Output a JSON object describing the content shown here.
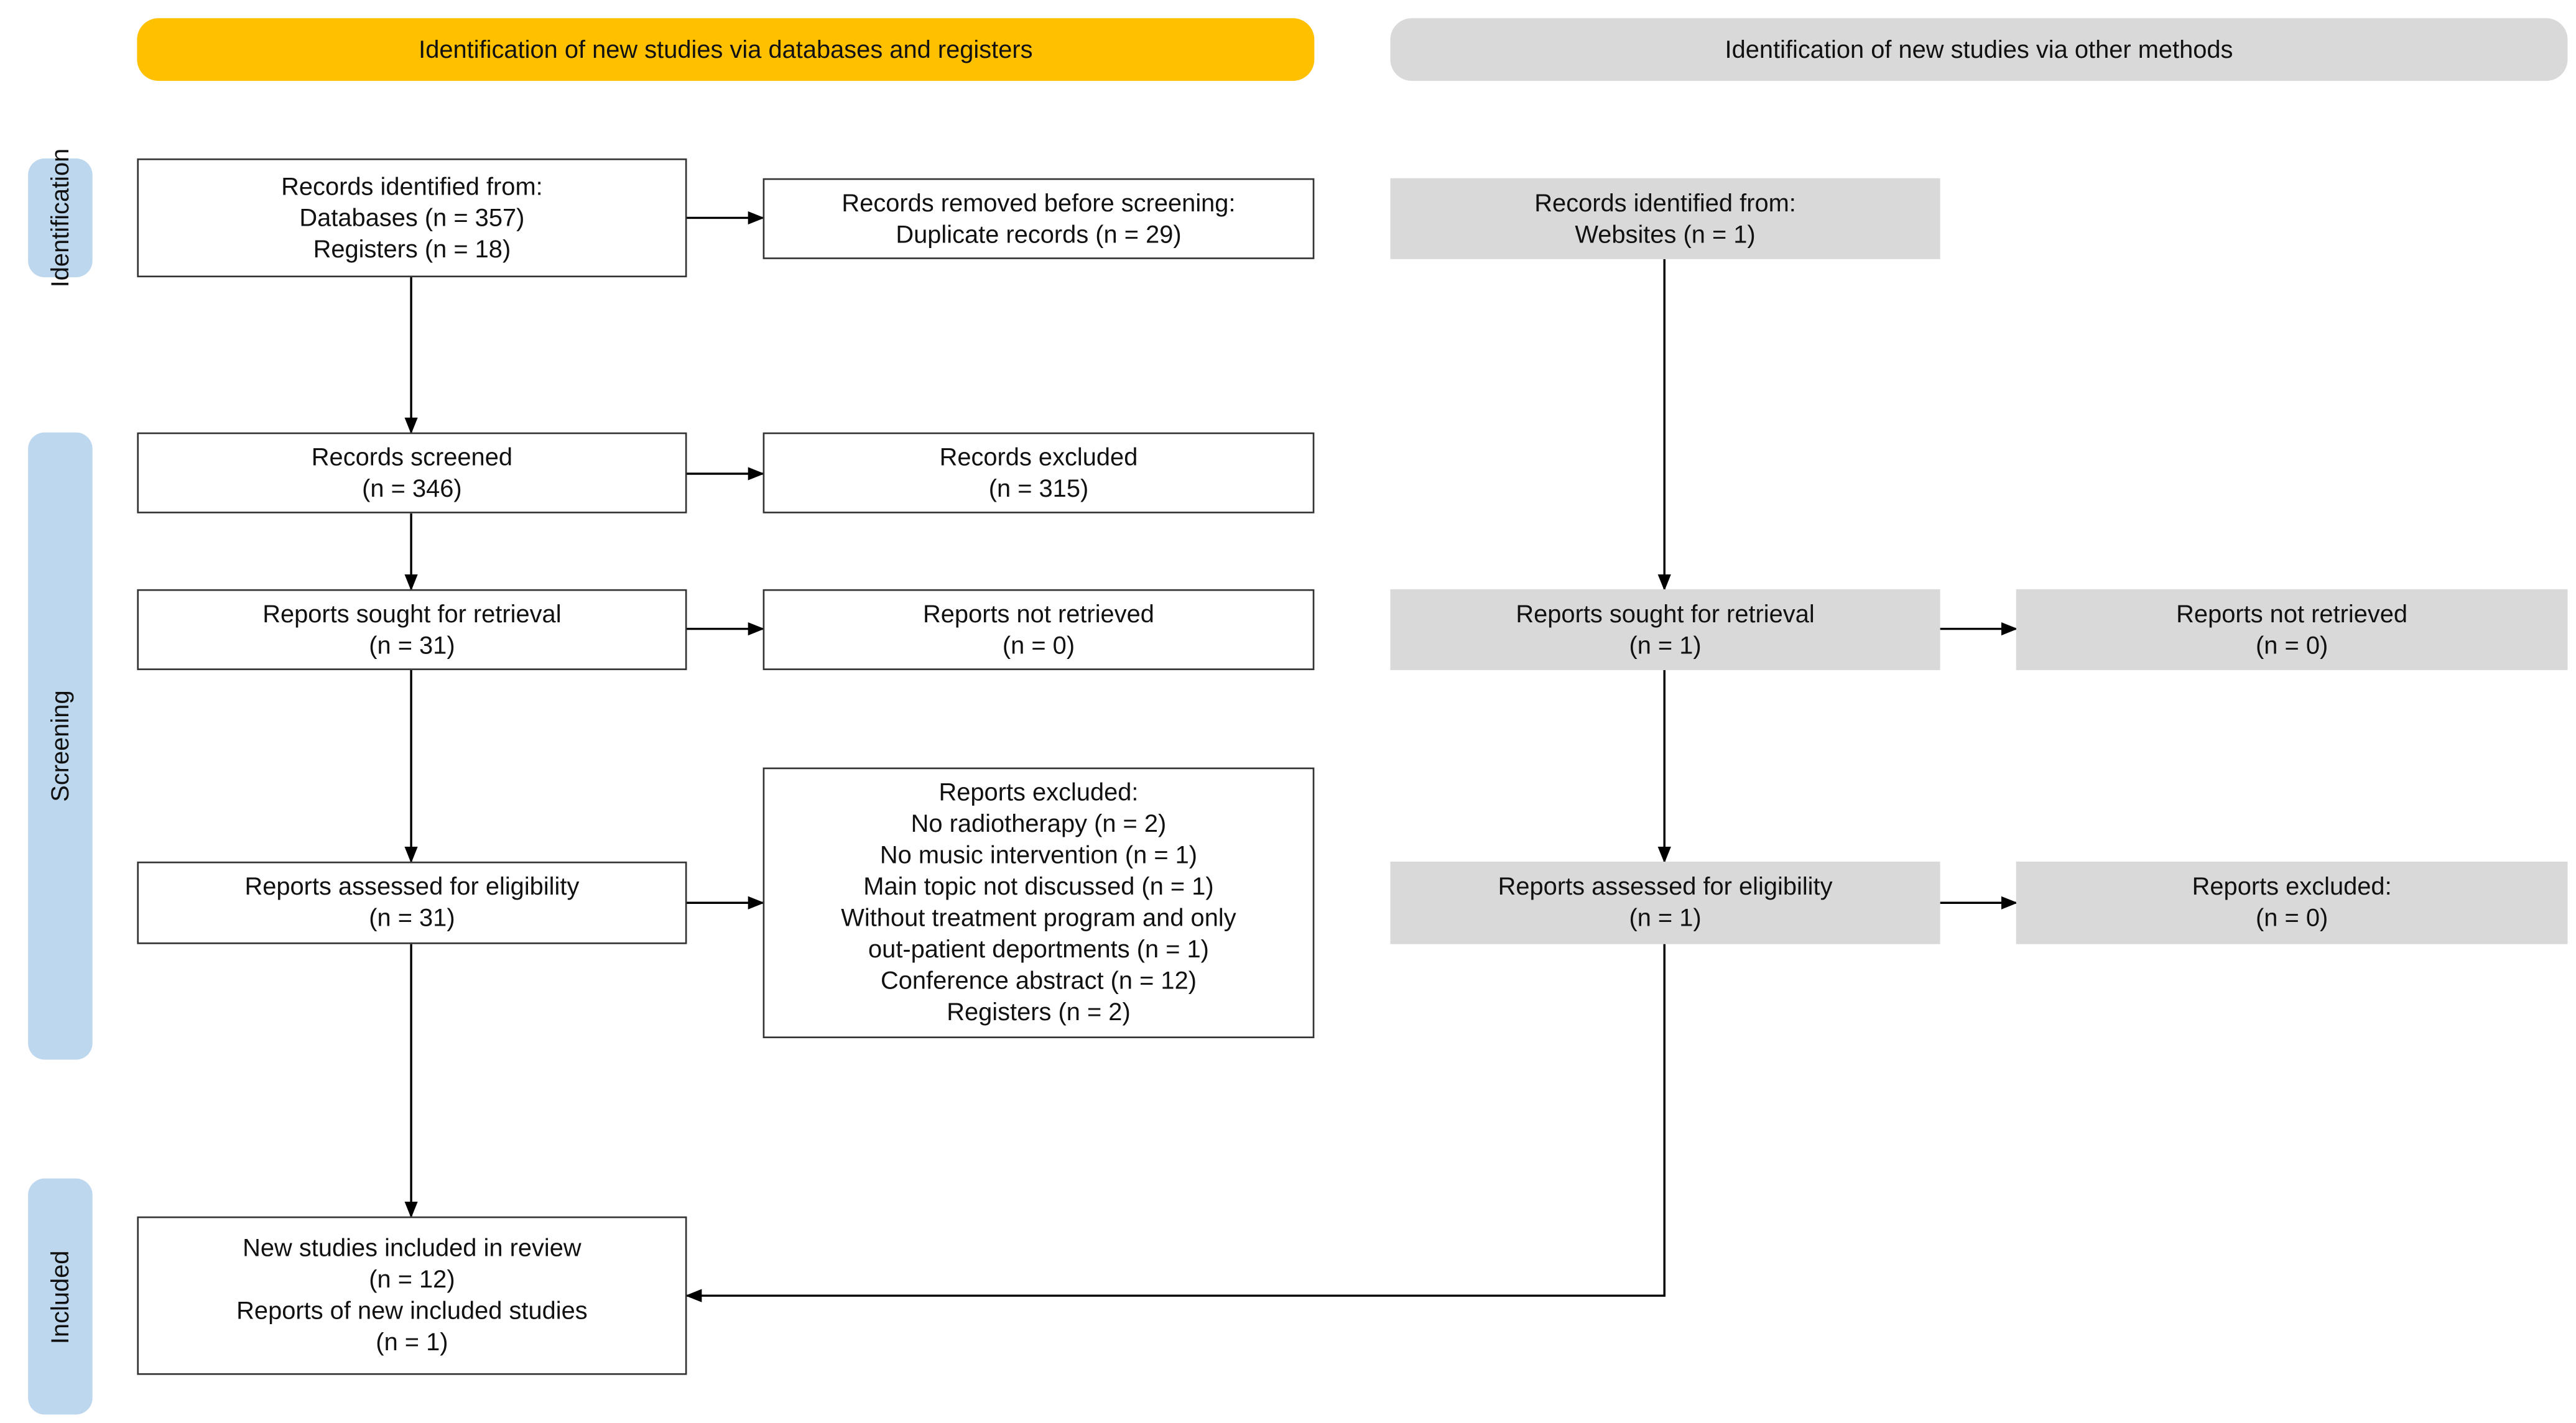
{
  "headers": {
    "main": "Identification of new studies via databases and registers",
    "other": "Identification of new studies via other methods"
  },
  "phases": {
    "identification": "Identification",
    "screening": "Screening",
    "included": "Included"
  },
  "main": {
    "records_identified": [
      "Records identified from:",
      "Databases (n = 357)",
      "Registers (n = 18)"
    ],
    "records_removed": [
      "Records removed before screening:",
      "Duplicate records (n = 29)"
    ],
    "records_screened": [
      "Records screened",
      "(n = 346)"
    ],
    "records_excluded": [
      "Records excluded",
      "(n = 315)"
    ],
    "reports_sought": [
      "Reports sought for retrieval",
      "(n = 31)"
    ],
    "reports_not_retrieved": [
      "Reports not retrieved",
      "(n = 0)"
    ],
    "reports_assessed": [
      "Reports assessed for eligibility",
      "(n = 31)"
    ],
    "reports_excluded": [
      "Reports excluded:",
      "No radiotherapy (n = 2)",
      "No music intervention (n = 1)",
      "Main topic not discussed (n = 1)",
      "Without treatment program and only",
      "out-patient deportments (n = 1)",
      "Conference abstract (n = 12)",
      "Registers (n = 2)"
    ],
    "included": [
      "New studies included in review",
      "(n = 12)",
      "Reports of new included studies",
      "(n = 1)"
    ]
  },
  "other": {
    "records_identified": [
      "Records identified from:",
      "Websites (n = 1)"
    ],
    "reports_sought": [
      "Reports sought for retrieval",
      "(n = 1)"
    ],
    "reports_not_retrieved": [
      "Reports not retrieved",
      "(n = 0)"
    ],
    "reports_assessed": [
      "Reports assessed for eligibility",
      "(n = 1)"
    ],
    "reports_excluded": [
      "Reports excluded:",
      "(n = 0)"
    ]
  },
  "colors": {
    "main_header": "#FFC000",
    "other_header": "#D9D9D9",
    "phase_bar": "#BDD7EE",
    "other_box": "#D9D9D9",
    "line": "#000000"
  }
}
